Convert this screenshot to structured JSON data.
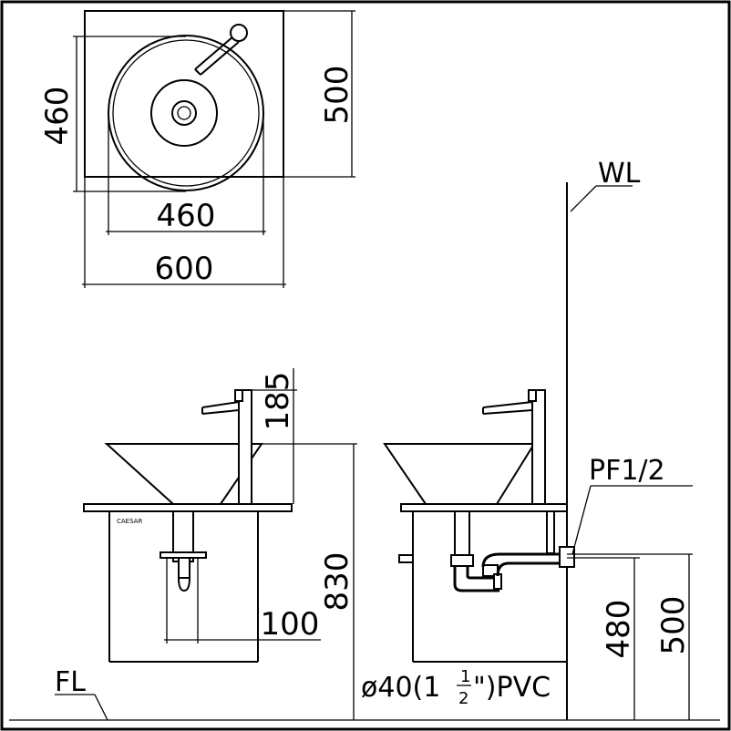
{
  "top_view": {
    "dim_depth_basin": "460",
    "dim_depth_counter": "500",
    "dim_width_basin": "460",
    "dim_width_counter": "600"
  },
  "front_view": {
    "brand": "CAESAR",
    "dim_faucet_height": "185",
    "dim_total_height": "830",
    "dim_trap_width": "100"
  },
  "side_view": {
    "label_water_line": "WL",
    "label_supply": "PF1/2",
    "dim_drain_height": "480",
    "dim_supply_height": "500",
    "label_drain_prefix": "ø40(1",
    "label_drain_frac_num": "1",
    "label_drain_frac_den": "2",
    "label_drain_suffix": "\")PVC"
  },
  "floor_label": "FL"
}
